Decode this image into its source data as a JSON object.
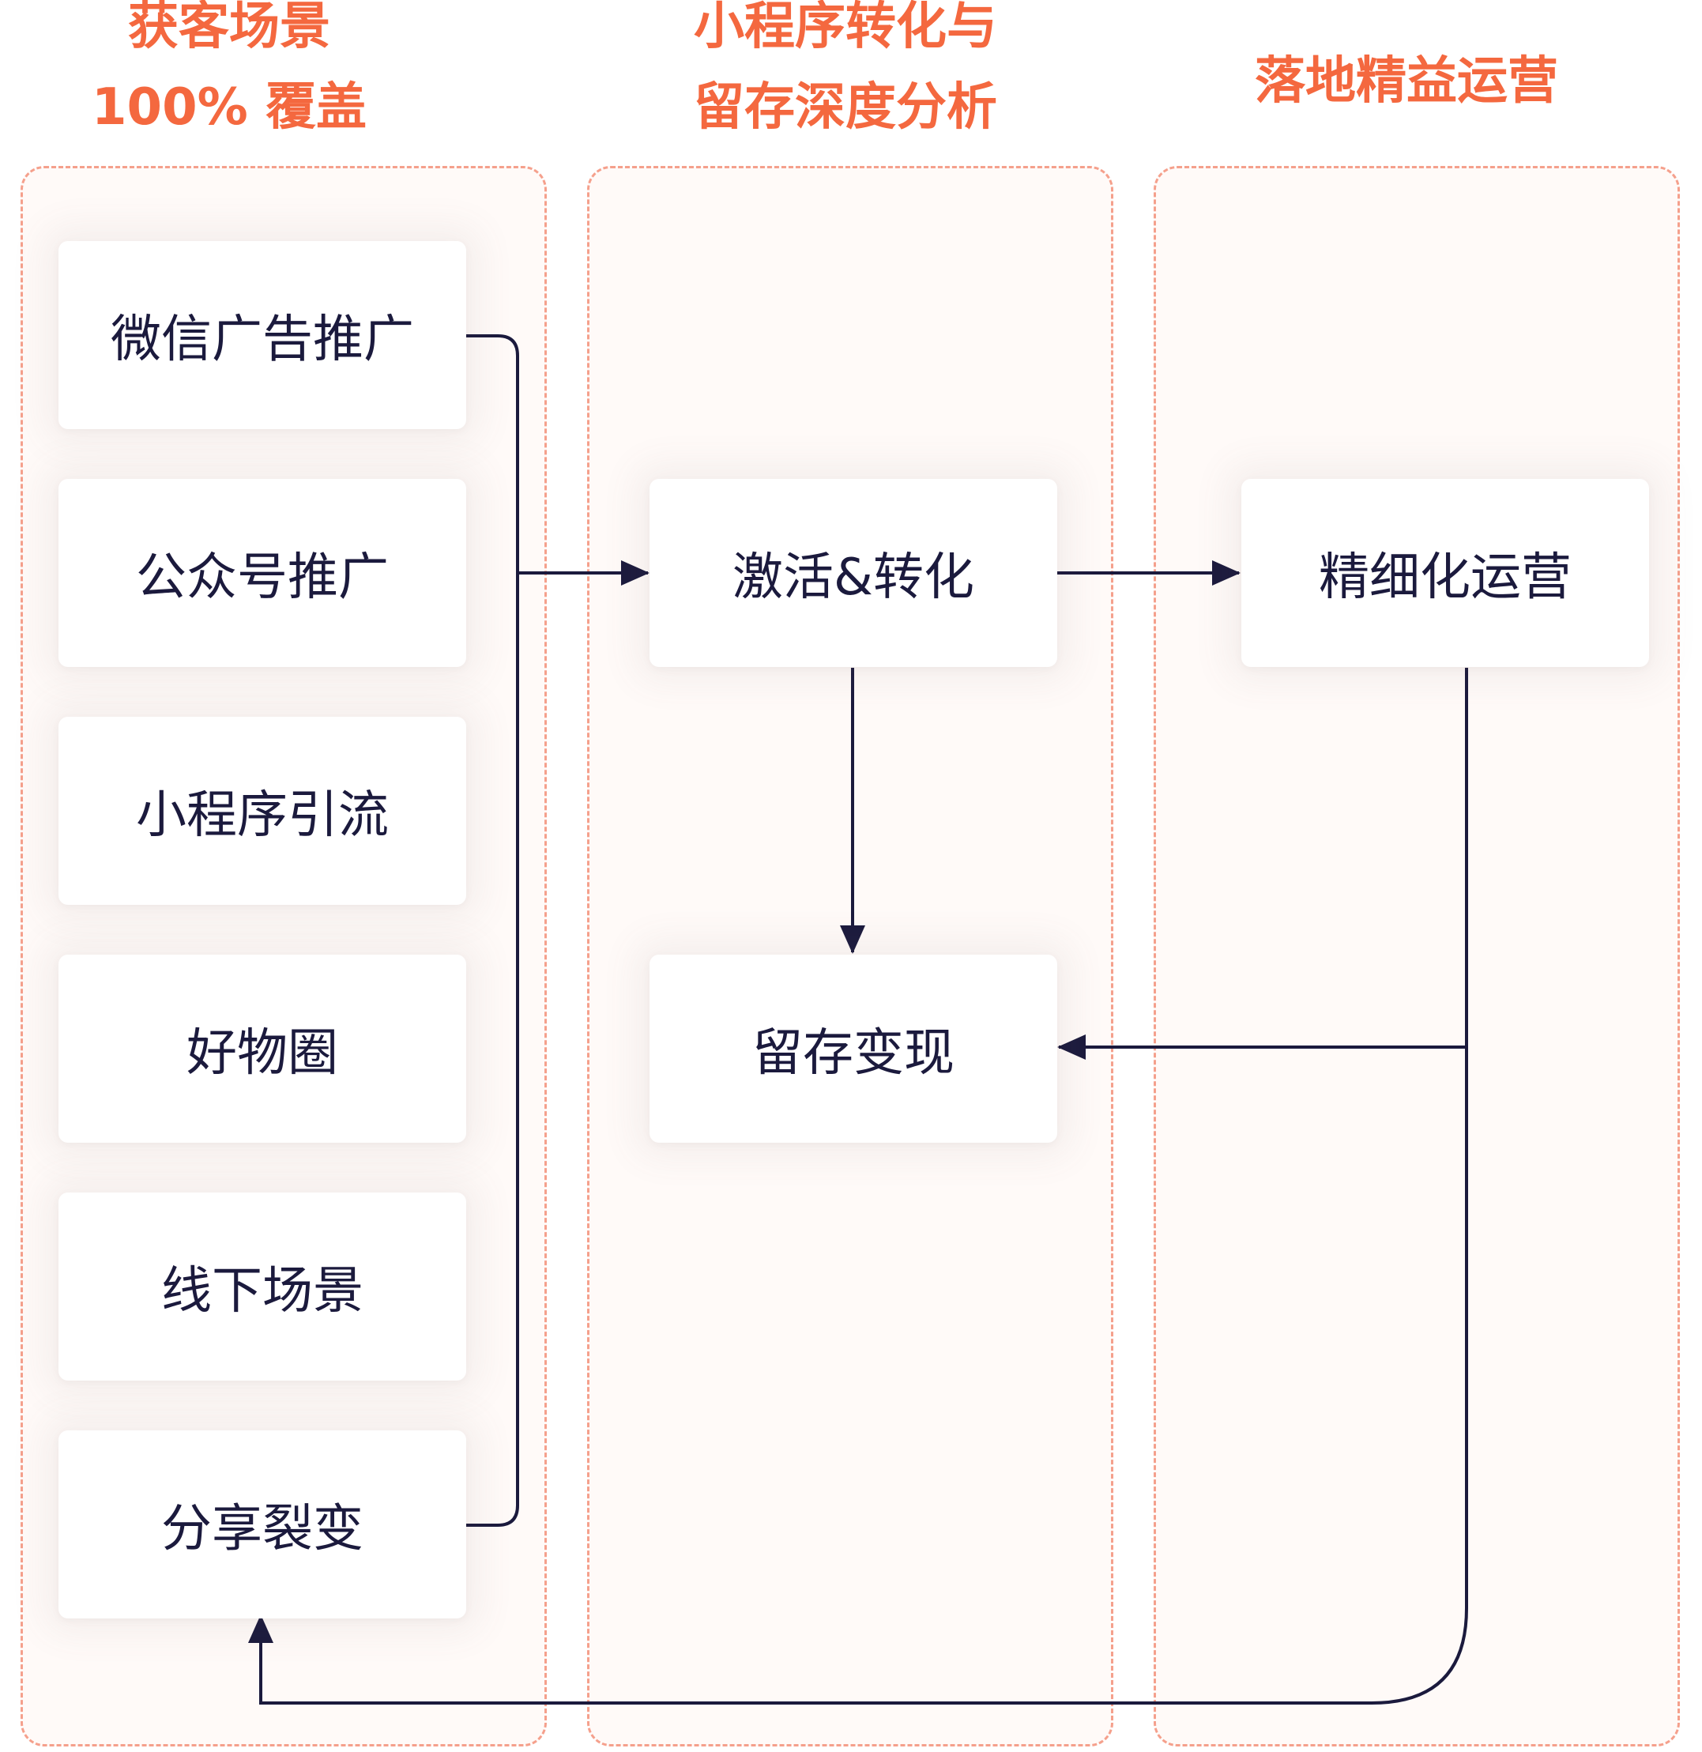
{
  "columns": [
    {
      "title_lines": [
        "获客场景",
        "100% 覆盖"
      ]
    },
    {
      "title_lines": [
        "小程序转化与",
        "留存深度分析"
      ]
    },
    {
      "title_lines": [
        "落地精益运营"
      ]
    }
  ],
  "acquisition_channels": [
    "微信广告推广",
    "公众号推广",
    "小程序引流",
    "好物圈",
    "线下场景",
    "分享裂变"
  ],
  "conversion_nodes": {
    "activate": "激活&转化",
    "retain": "留存变现"
  },
  "operation_node": "精细化运营",
  "colors": {
    "accent": "#f4683f",
    "dashed_border": "#f5a08c",
    "column_bg": "#fffaf8",
    "box_text": "#1b1a3d",
    "connector": "#1b1a3d"
  }
}
